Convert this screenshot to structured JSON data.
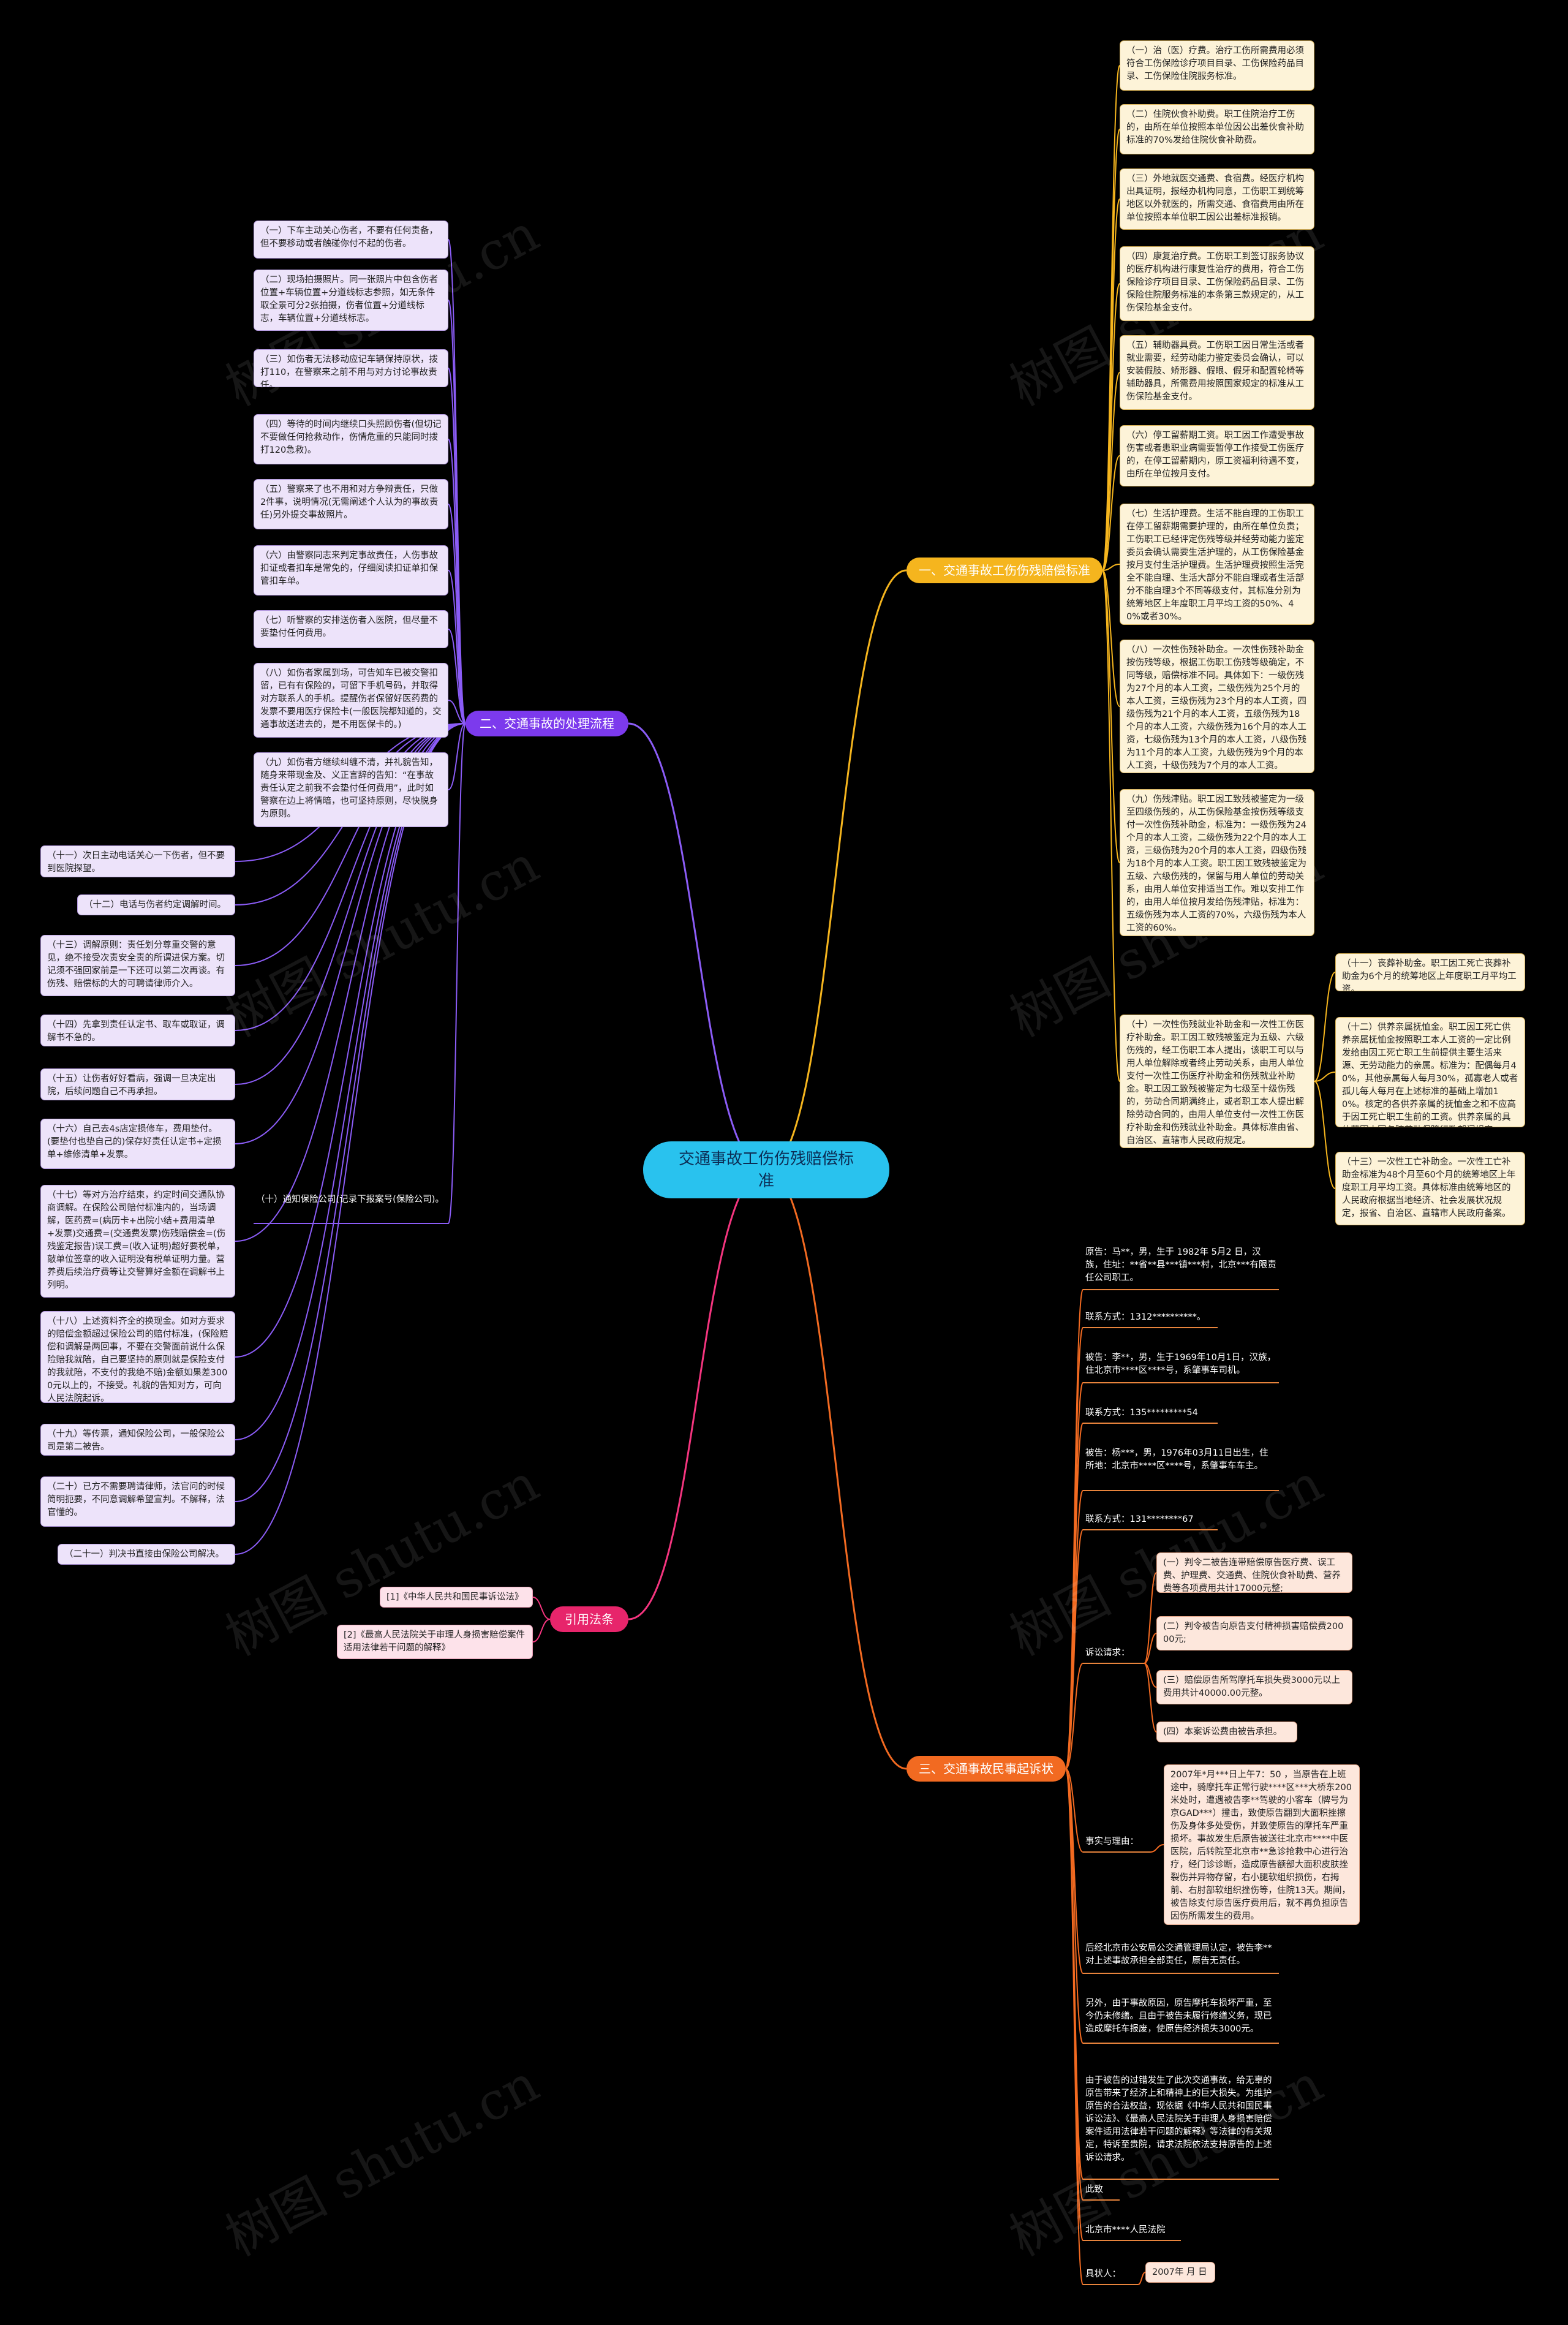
{
  "center": "交通事故工伤伤残赔偿标准",
  "watermark": "树图 shutu.cn",
  "branches": [
    {
      "label": "一、交通事故工伤伤残赔偿标准",
      "color": "#f5b51e",
      "items": [
        {
          "text": "（一）治（医）疗费。治疗工伤所需费用必须符合工伤保险诊疗项目目录、工伤保险药品目录、工伤保险住院服务标准。"
        },
        {
          "text": "（二）住院伙食补助费。职工住院治疗工伤的，由所在单位按照本单位因公出差伙食补助标准的70%发给住院伙食补助费。"
        },
        {
          "text": "（三）外地就医交通费、食宿费。经医疗机构出具证明，报经办机构同意，工伤职工到统筹地区以外就医的，所需交通、食宿费用由所在单位按照本单位职工因公出差标准报销。"
        },
        {
          "text": "（四）康复治疗费。工伤职工到签订服务协议的医疗机构进行康复性治疗的费用，符合工伤保险诊疗项目目录、工伤保险药品目录、工伤保险住院服务标准的本条第三款规定的，从工伤保险基金支付。"
        },
        {
          "text": "（五）辅助器具费。工伤职工因日常生活或者就业需要，经劳动能力鉴定委员会确认，可以安装假肢、矫形器、假眼、假牙和配置轮椅等辅助器具，所需费用按照国家规定的标准从工伤保险基金支付。"
        },
        {
          "text": "（六）停工留薪期工资。职工因工作遭受事故伤害或者患职业病需要暂停工作接受工伤医疗的，在停工留薪期内，原工资福利待遇不变，由所在单位按月支付。"
        },
        {
          "text": "（七）生活护理费。生活不能自理的工伤职工在停工留薪期需要护理的，由所在单位负责；工伤职工已经评定伤残等级并经劳动能力鉴定委员会确认需要生活护理的，从工伤保险基金按月支付生活护理费。生活护理费按照生活完全不能自理、生活大部分不能自理或者生活部分不能自理3个不同等级支付，其标准分别为统筹地区上年度职工月平均工资的50%、40%或者30%。"
        },
        {
          "text": "（八）一次性伤残补助金。一次性伤残补助金按伤残等级，根据工伤职工伤残等级确定，不同等级，赔偿标准不同。具体如下：一级伤残为27个月的本人工资，二级伤残为25个月的本人工资，三级伤残为23个月的本人工资，四级伤残为21个月的本人工资，五级伤残为18个月的本人工资，六级伤残为16个月的本人工资，七级伤残为13个月的本人工资，八级伤残为11个月的本人工资，九级伤残为9个月的本人工资，十级伤残为7个月的本人工资。"
        },
        {
          "text": "（九）伤残津贴。职工因工致残被鉴定为一级至四级伤残的，从工伤保险基金按伤残等级支付一次性伤残补助金，标准为：一级伤残为24个月的本人工资，二级伤残为22个月的本人工资，三级伤残为20个月的本人工资，四级伤残为18个月的本人工资。职工因工致残被鉴定为五级、六级伤残的，保留与用人单位的劳动关系，由用人单位安排适当工作。难以安排工作的，由用人单位按月发给伤残津贴，标准为：五级伤残为本人工资的70%，六级伤残为本人工资的60%。"
        },
        {
          "text": "（十）一次性伤残就业补助金和一次性工伤医疗补助金。职工因工致残被鉴定为五级、六级伤残的，经工伤职工本人提出，该职工可以与用人单位解除或者终止劳动关系，由用人单位支付一次性工伤医疗补助金和伤残就业补助金。职工因工致残被鉴定为七级至十级伤残的，劳动合同期满终止，或者职工本人提出解除劳动合同的，由用人单位支付一次性工伤医疗补助金和伤残就业补助金。具体标准由省、自治区、直辖市人民政府规定。",
          "children": [
            {
              "text": "（十一）丧葬补助金。职工因工死亡丧葬补助金为6个月的统筹地区上年度职工月平均工资。"
            },
            {
              "text": "（十二）供养亲属抚恤金。职工因工死亡供养亲属抚恤金按照职工本人工资的一定比例发给由因工死亡职工生前提供主要生活来源、无劳动能力的亲属。标准为：配偶每月40%，其他亲属每人每月30%，孤寡老人或者孤儿每人每月在上述标准的基础上增加10%。核定的各供养亲属的抚恤金之和不应高于因工死亡职工生前的工资。供养亲属的具体范围由国务院劳动保障行政部门规定。"
            },
            {
              "text": "（十三）一次性工亡补助金。一次性工亡补助金标准为48个月至60个月的统筹地区上年度职工月平均工资。具体标准由统筹地区的人民政府根据当地经济、社会发展状况规定，报省、自治区、直辖市人民政府备案。"
            }
          ]
        }
      ]
    },
    {
      "label": "二、交通事故的处理流程",
      "color": "#8b5cf6",
      "items": [
        {
          "text": "（一）下车主动关心伤者，不要有任何责备，但不要移动或者触碰你付不起的伤者。"
        },
        {
          "text": "（二）现场拍摄照片。同一张照片中包含伤者位置+车辆位置+分道线标志参照，如无条件取全景可分2张拍摄，伤者位置+分道线标志，车辆位置+分道线标志。"
        },
        {
          "text": "（三）如伤者无法移动应记车辆保持原状，拨打110，在警察来之前不用与对方讨论事故责任。"
        },
        {
          "text": "（四）等待的时间内继续口头照顾伤者(但切记不要做任何抢救动作，伤情危重的只能同时拨打120急救)。"
        },
        {
          "text": "（五）警察来了也不用和对方争辩责任，只做2件事，说明情况(无需阐述个人认为的事故责任)另外提交事故照片。"
        },
        {
          "text": "（六）由警察同志来判定事故责任，人伤事故扣证或者扣车是常免的，仔细阅读扣证单扣保管扣车单。"
        },
        {
          "text": "（七）听警察的安排送伤者入医院，但尽量不要垫付任何费用。"
        },
        {
          "text": "（八）如伤者家属到场，可告知车已被交警扣留，已有有保险的，可留下手机号码，并取得对方联系人的手机。提醒伤者保留好医药费的发票不要用医疗保险卡(一般医院都知道的，交通事故送进去的，是不用医保卡的。)"
        },
        {
          "text": "（九）如伤者方继续纠缠不清，并礼貌告知，随身来带现金及、义正言辞的告知：“在事故责任认定之前我不会垫付任何费用”，此时如警察在边上将情暗，也可坚持原则，尽快脱身为原则。"
        },
        {
          "text": "（十）通知保险公司(记录下报案号(保险公司)。",
          "title": true
        },
        {
          "text": "（十一）次日主动电话关心一下伤者，但不要到医院探望。"
        },
        {
          "text": "（十二）电话与伤者约定调解时间。"
        },
        {
          "text": "（十三）调解原则：责任划分尊重交警的意见，绝不接受次责安全责的所谓进保方案。切记须不强回家前是一下还可以第二次再谈。有伤残、赔偿标的大的可聘请律师介入。"
        },
        {
          "text": "（十四）先拿到责任认定书、取车或取证，调解书不急的。"
        },
        {
          "text": "（十五）让伤者好好看病，强调一旦决定出院，后续问题自己不再承担。"
        },
        {
          "text": "（十六）自己去4s店定损修车，费用垫付。(要垫付也垫自己的)保存好责任认定书+定损单+维修清单+发票。"
        },
        {
          "text": "（十七）等对方治疗结束，约定时间交通队协商调解。在保险公司赔付标准内的，当场调解，医药费=(病历卡+出院小结+费用清单+发票)交通费=(交通费发票)伤残赔偿金=(伤残鉴定报告)误工费=(收入证明)超好要税单，敲单位签章的收入证明没有税单证明力量。营养费后续治疗费等让交警算好金额在调解书上列明。"
        },
        {
          "text": "（十八）上述资料齐全的换现金。如对方要求的赔偿金额超过保险公司的赔付标准，(保险赔偿和调解是两回事，不要在交警面前说什么保险赔我就陪，自己要坚持的原则就是保险支付的我就陪，不支付的我绝不赔)金额如果差3000元以上的，不接受。礼貌的告知对方，可向人民法院起诉。"
        },
        {
          "text": "（十九）等传票，通知保险公司，一般保险公司是第二被告。"
        },
        {
          "text": "（二十）已方不需要聘请律师，法官问的时候简明扼要，不同意调解希望宣判。不解释，法官懂的。"
        },
        {
          "text": "（二十一）判决书直接由保险公司解决。"
        }
      ]
    },
    {
      "label": "引用法条",
      "color": "#f5357f",
      "items": [
        {
          "text": "[1]《中华人民共和国民事诉讼法》"
        },
        {
          "text": "[2]《最高人民法院关于审理人身损害赔偿案件适用法律若干问题的解释》"
        }
      ]
    },
    {
      "label": "三、交通事故民事起诉状",
      "color": "#f26a21",
      "items": [
        {
          "text": "原告：马**，男，生于 1982年 5月2 日，汉族，住址：**省**县***镇***村，北京***有限责任公司职工。",
          "title": true
        },
        {
          "text": "联系方式：1312**********。",
          "title": true
        },
        {
          "text": "被告：李**，男，生于1969年10月1日，汉族，住北京市****区****号，系肇事车司机。",
          "title": true
        },
        {
          "text": "联系方式：135*********54",
          "title": true
        },
        {
          "text": "被告：杨***，男，1976年03月11日出生，住所地：北京市****区****号，系肇事车车主。",
          "title": true
        },
        {
          "text": "联系方式：131********67",
          "title": true
        },
        {
          "text": "诉讼请求：",
          "title": true,
          "children": [
            {
              "text": "(一）判令二被告连带赔偿原告医疗费、误工费、护理费、交通费、住院伙食补助费、营养费等各项费用共计17000元整;"
            },
            {
              "text": "(二）判令被告向原告支付精神损害赔偿费20000元;"
            },
            {
              "text": "(三）赔偿原告所驾摩托车损失费3000元以上费用共计40000.00元整。"
            },
            {
              "text": "(四）本案诉讼费由被告承担。"
            }
          ]
        },
        {
          "text": "事实与理由：",
          "title": true,
          "children": [
            {
              "text": "2007年*月***日上午7：50 ，当原告在上班途中，骑摩托车正常行驶****区***大桥东200米处时，遭遇被告李**驾驶的小客车（牌号为京GAD***）撞击，致使原告翻到大面积挫擦伤及身体多处受伤，并致使原告的摩托车严重损坏。事故发生后原告被送往北京市****中医医院，后转院至北京市**急诊抢救中心进行治疗，经门诊诊断，造成原告额部大面积皮肤挫裂伤并异物存留，右小腿软组织损伤，右拇前、右肘部软组织挫伤等，住院13天。期间，被告除支付原告医疗费用后，就不再负担原告因伤所需发生的费用。"
            }
          ]
        },
        {
          "text": "后经北京市公安局公交通管理局认定，被告李**对上述事故承担全部责任，原告无责任。",
          "title": true
        },
        {
          "text": "另外，由于事故原因，原告摩托车损坏严重，至今仍未修缮。且由于被告未履行修缮义务，现已造成摩托车报废，使原告经济损失3000元。",
          "title": true
        },
        {
          "text": "由于被告的过错发生了此次交通事故，给无辜的原告带来了经济上和精神上的巨大损失。为维护原告的合法权益，现依据《中华人民共和国民事诉讼法》、《最高人民法院关于审理人身损害赔偿案件适用法律若干问题的解释》等法律的有关规定，特诉至贵院，请求法院依法支持原告的上述诉讼请求。",
          "title": true
        },
        {
          "text": "此致",
          "title": true
        },
        {
          "text": "北京市****人民法院",
          "title": true
        },
        {
          "text": "具状人：",
          "title": true,
          "children": [
            {
              "text": "2007年 月 日"
            }
          ]
        }
      ]
    }
  ]
}
